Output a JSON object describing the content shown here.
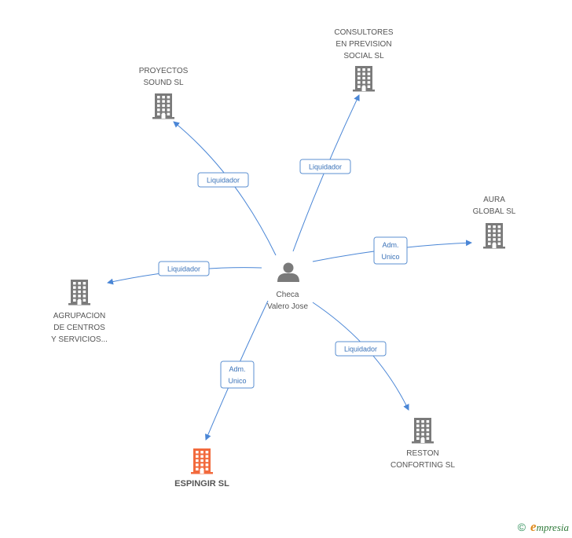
{
  "center": {
    "line1": "Checa",
    "line2": "Valero Jose"
  },
  "nodes": [
    {
      "id": "proyectos",
      "lines": [
        "PROYECTOS",
        "SOUND SL"
      ],
      "highlight": false
    },
    {
      "id": "consultores",
      "lines": [
        "CONSULTORES",
        "EN PREVISION",
        "SOCIAL SL"
      ],
      "highlight": false
    },
    {
      "id": "aura",
      "lines": [
        "AURA",
        "GLOBAL SL"
      ],
      "highlight": false
    },
    {
      "id": "agrupacion",
      "lines": [
        "AGRUPACION",
        "DE CENTROS",
        "Y SERVICIOS..."
      ],
      "highlight": false
    },
    {
      "id": "espingir",
      "lines": [
        "ESPINGIR SL"
      ],
      "highlight": true
    },
    {
      "id": "reston",
      "lines": [
        "RESTON",
        "CONFORTING SL"
      ],
      "highlight": false
    }
  ],
  "edges": [
    {
      "to": "proyectos",
      "lines": [
        "Liquidador"
      ]
    },
    {
      "to": "consultores",
      "lines": [
        "Liquidador"
      ]
    },
    {
      "to": "aura",
      "lines": [
        "Adm.",
        "Unico"
      ]
    },
    {
      "to": "agrupacion",
      "lines": [
        "Liquidador"
      ]
    },
    {
      "to": "espingir",
      "lines": [
        "Adm.",
        "Unico"
      ]
    },
    {
      "to": "reston",
      "lines": [
        "Liquidador"
      ]
    }
  ],
  "colors": {
    "edge": "#4a86d6",
    "building": "#7a7a7a",
    "highlight": "#f26a3d",
    "person": "#7a7a7a"
  },
  "footer": {
    "copyright": "©",
    "brand_first": "e",
    "brand_rest": "mpresia"
  }
}
